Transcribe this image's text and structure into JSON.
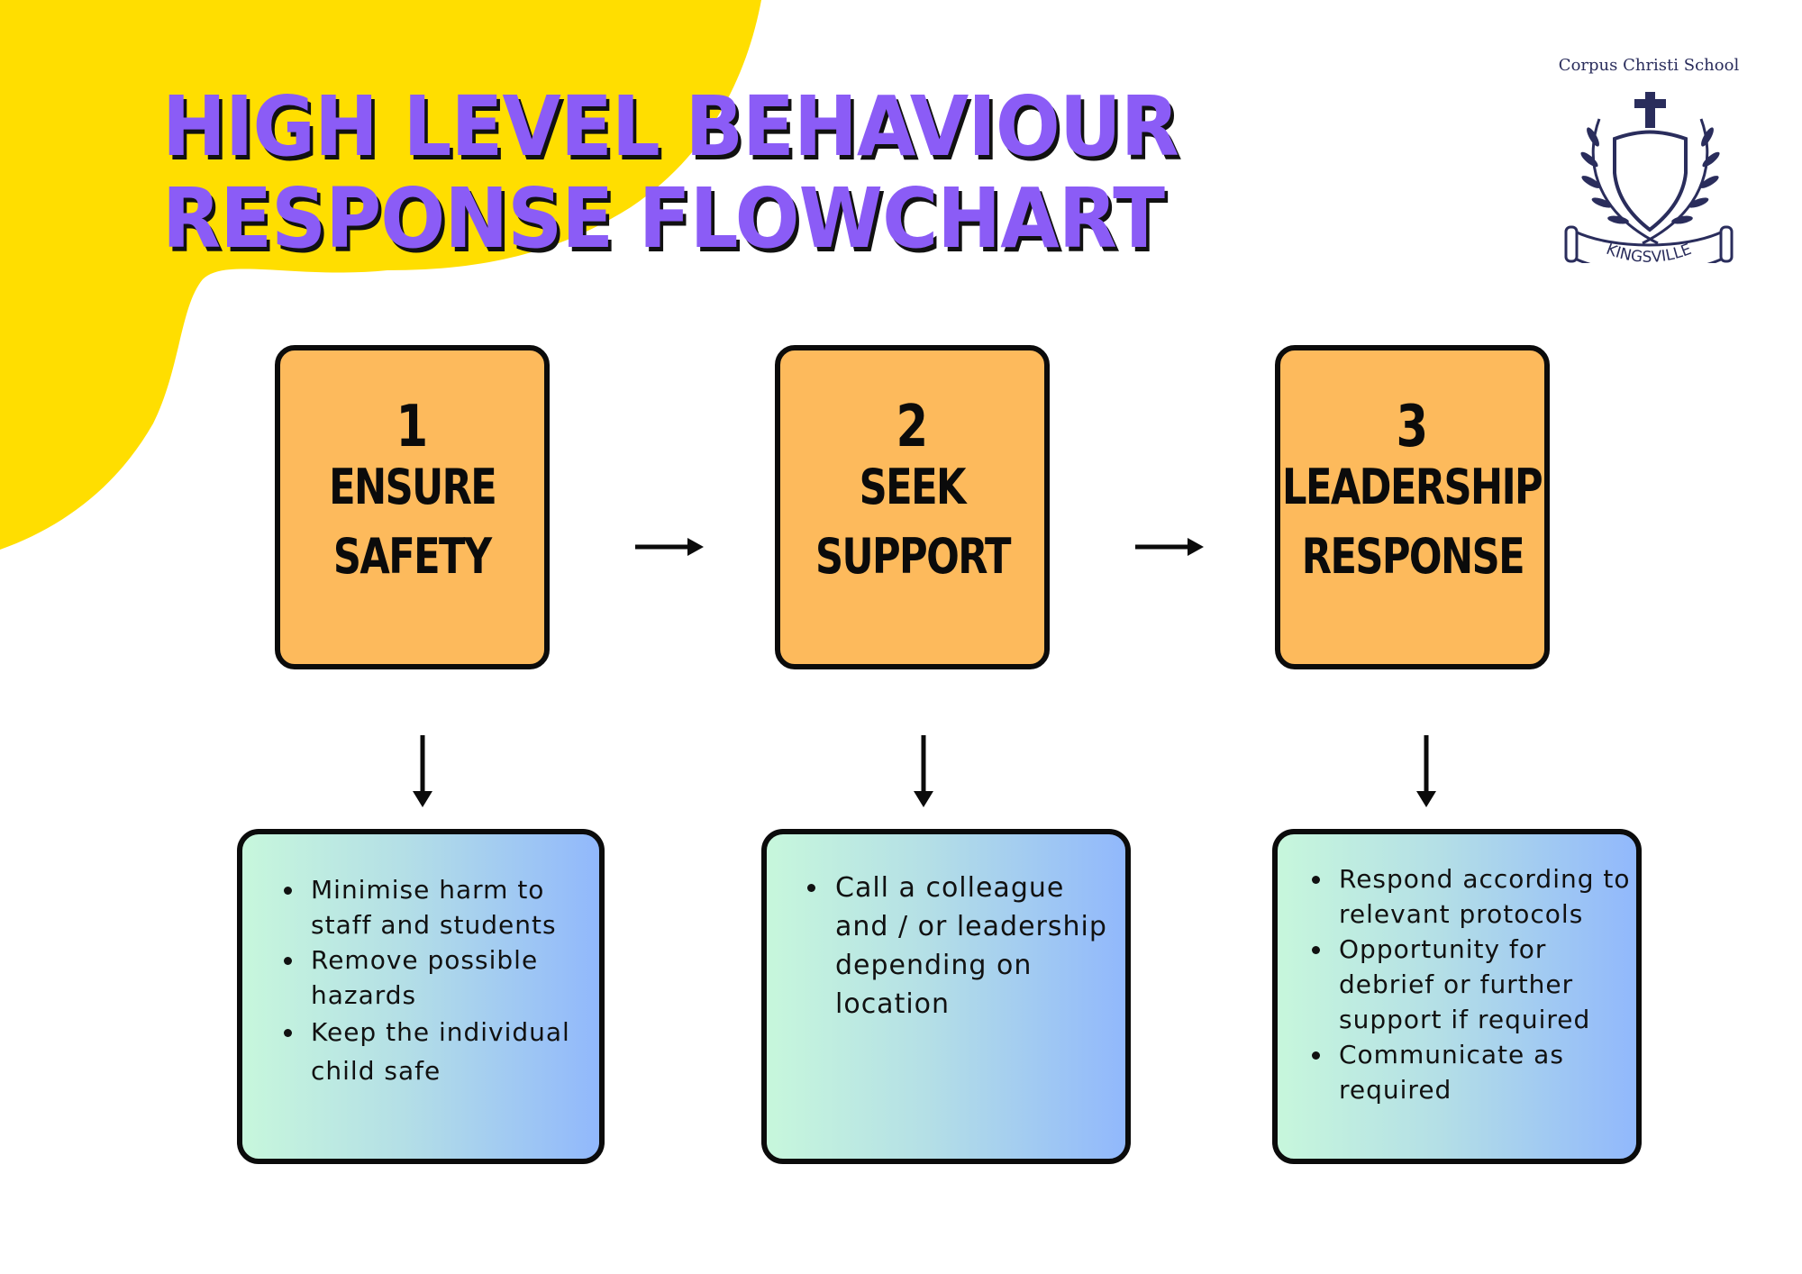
{
  "header": {
    "title_line1": "HIGH LEVEL BEHAVIOUR",
    "title_line2": "RESPONSE FLOWCHART"
  },
  "logo": {
    "school_name": "Corpus Christi School",
    "banner_text": "KINGSVILLE"
  },
  "colors": {
    "title": "#8b5cf6",
    "blob": "#ffde00",
    "step_box": "#fdba5c",
    "detail_gradient_start": "#c7f7dc",
    "detail_gradient_end": "#91b8fc",
    "logo_navy": "#2a2d5c"
  },
  "steps": [
    {
      "number": "1",
      "line1": "ENSURE",
      "line2": "SAFETY",
      "details": [
        "Minimise harm to staff and students",
        "Remove possible hazards",
        "Keep the individual child safe"
      ]
    },
    {
      "number": "2",
      "line1": "SEEK",
      "line2": "SUPPORT",
      "details": [
        "Call a colleague and / or leadership depending on location"
      ]
    },
    {
      "number": "3",
      "line1": "LEADERSHIP",
      "line2": "RESPONSE",
      "details": [
        "Respond according to relevant protocols",
        "Opportunity for debrief or further support if required",
        "Communicate as required"
      ]
    }
  ],
  "connectors": {
    "horizontal": [
      "arrow-right-icon",
      "arrow-right-icon"
    ],
    "vertical": [
      "arrow-down-icon",
      "arrow-down-icon",
      "arrow-down-icon"
    ]
  }
}
